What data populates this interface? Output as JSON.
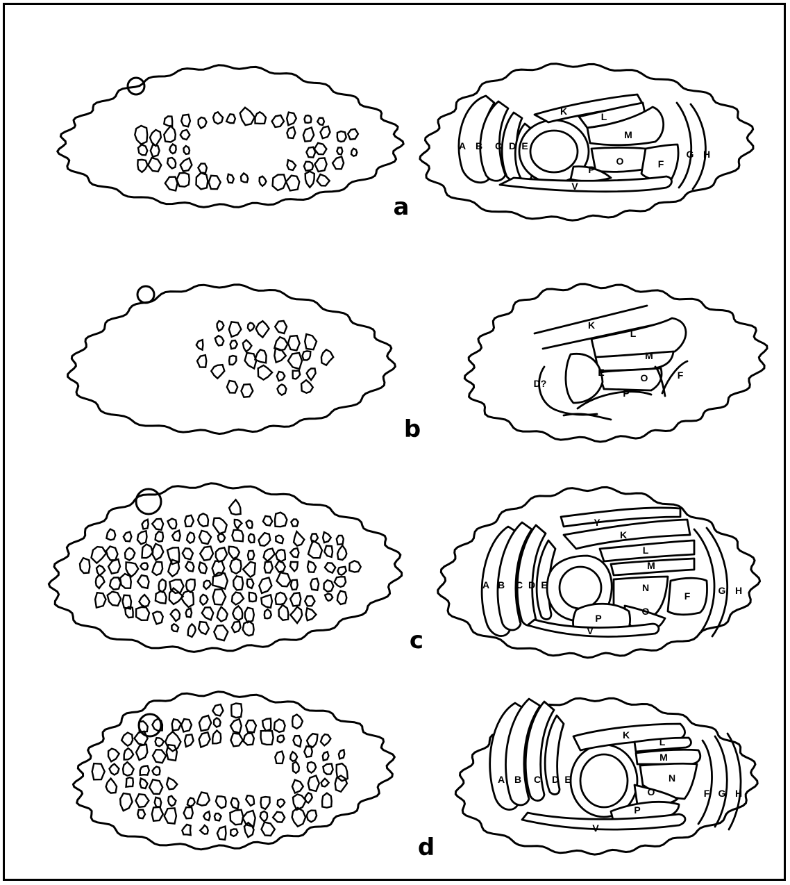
{
  "panels": [
    {
      "letter": "a",
      "labels": [
        "A",
        "B",
        "C",
        "D",
        "E",
        "K",
        "L",
        "M",
        "O",
        "P",
        "F",
        "G",
        "H",
        "V"
      ]
    },
    {
      "letter": "b",
      "labels": [
        "K",
        "L",
        "M",
        "O",
        "E",
        "F",
        "P",
        "D?"
      ]
    },
    {
      "letter": "c",
      "labels": [
        "A",
        "B",
        "C",
        "D",
        "E",
        "Y",
        "K",
        "L",
        "M",
        "N",
        "O",
        "P",
        "F",
        "G",
        "H",
        "V"
      ]
    },
    {
      "letter": "d",
      "labels": [
        "A",
        "B",
        "C",
        "D",
        "E",
        "K",
        "L",
        "M",
        "N",
        "O",
        "P",
        "F",
        "G",
        "H",
        "V"
      ]
    }
  ],
  "colors": {
    "ink": "#000000",
    "paper": "#ffffff"
  }
}
